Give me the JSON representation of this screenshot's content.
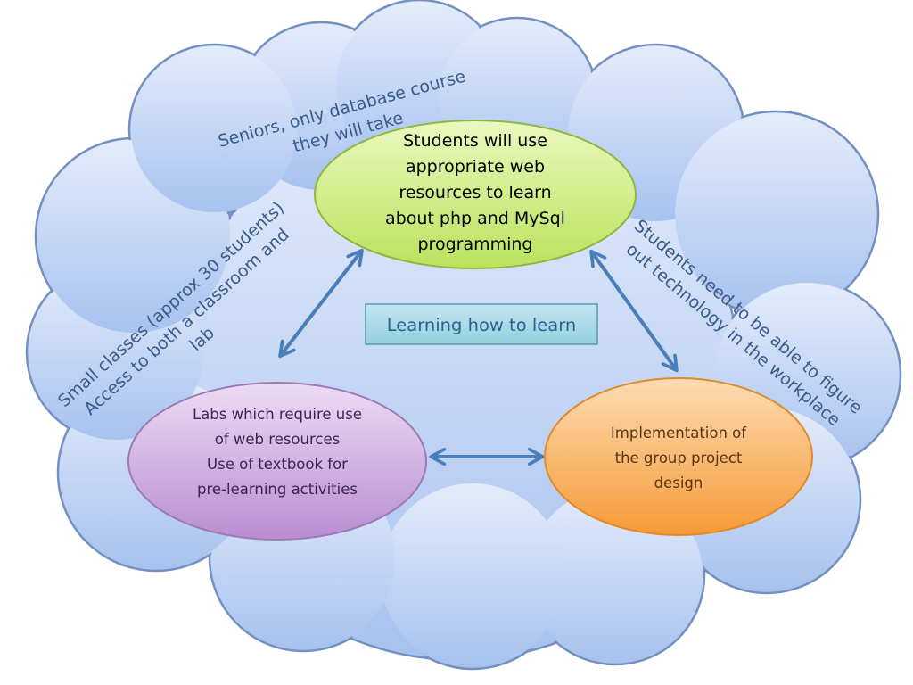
{
  "diagram": {
    "center_label": "Learning how to learn",
    "context_top": [
      "Seniors, only database course",
      "they will take"
    ],
    "context_left": [
      "Small classes (approx 30 students)",
      "Access to both a classroom and",
      "lab"
    ],
    "context_right": [
      "Students need to be able to figure",
      "out technology in the workplace"
    ],
    "node_top": [
      "Students will use",
      "appropriate web",
      "resources to learn",
      "about php and MySql",
      "programming"
    ],
    "node_left": [
      "Labs which require use",
      "of web resources",
      "Use of textbook for",
      "pre-learning activities"
    ],
    "node_right": [
      "Implementation of",
      "the group project",
      "design"
    ]
  },
  "colors": {
    "cloud_fill_top": "#dfe9fb",
    "cloud_fill_bottom": "#a9c4ee",
    "cloud_stroke": "#7390c0",
    "arrow": "#4a7eb8",
    "node_top_fill": "#d6f08f",
    "node_left_fill": "#cfaee0",
    "node_right_fill": "#f7b366",
    "center_box_fill": "#a6d8e6"
  }
}
